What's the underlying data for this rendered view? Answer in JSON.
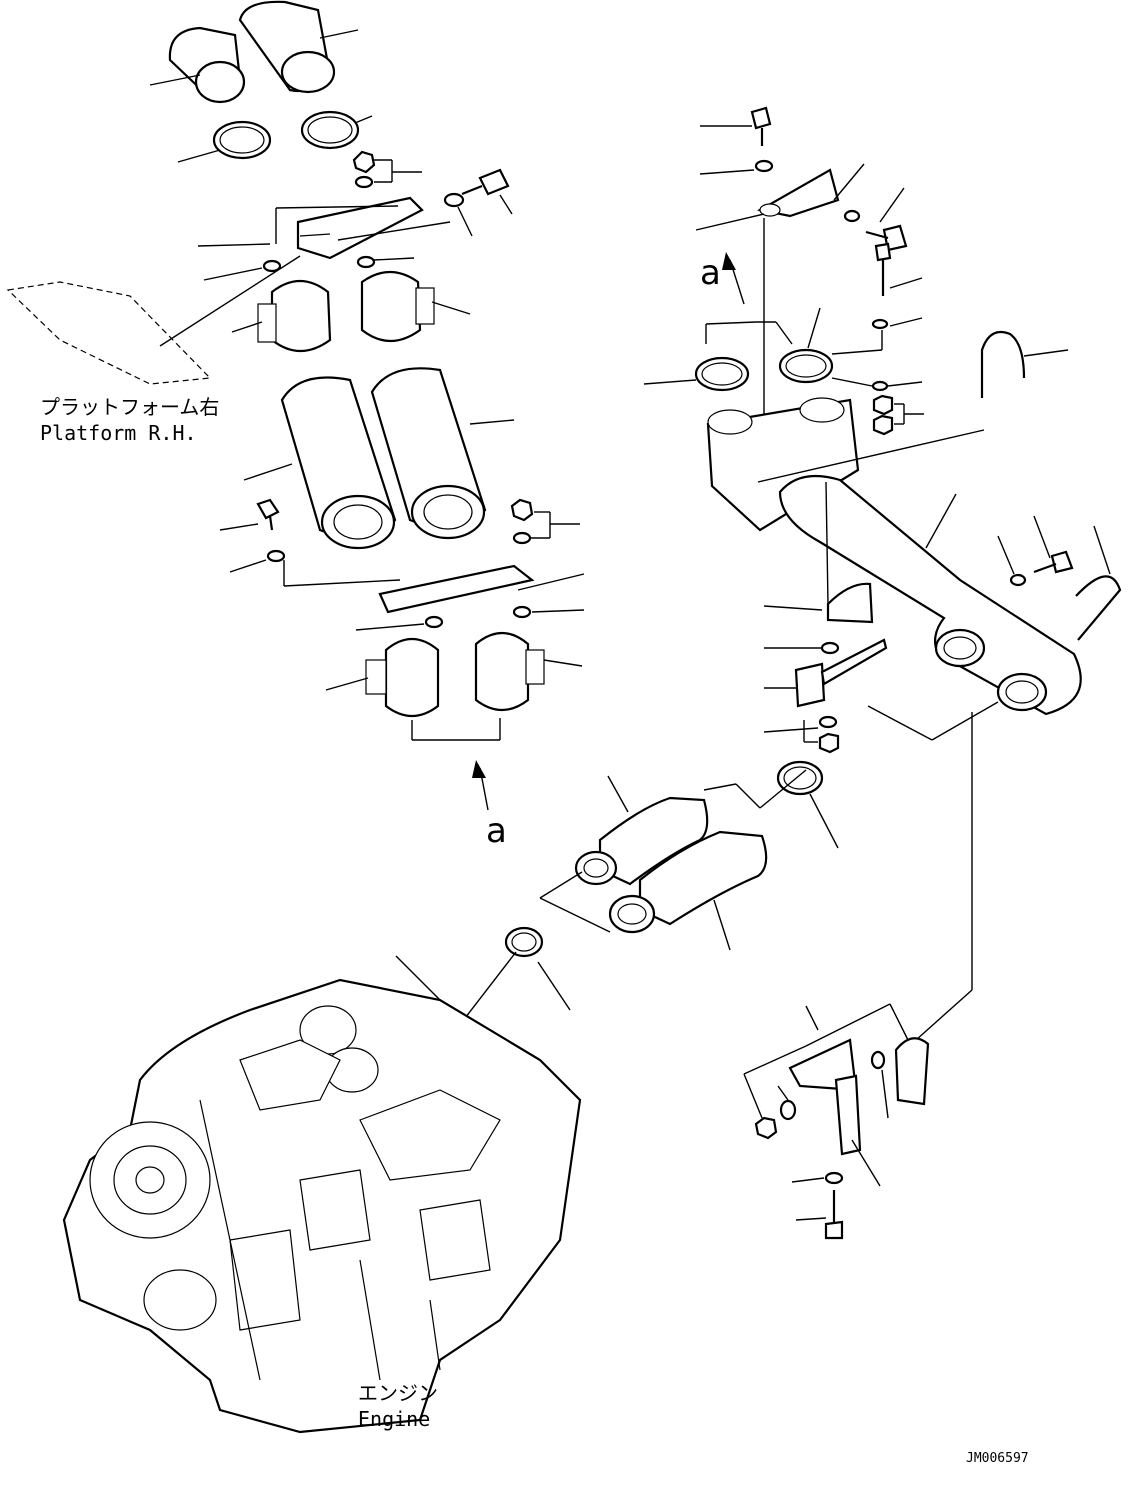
{
  "labels": {
    "platform_jp": "プラットフォーム右",
    "platform_en": "Platform R.H.",
    "engine_jp": "エンジン",
    "engine_en": "Engine",
    "view_left": "a",
    "view_right": "a",
    "drawing_number": "JM006597"
  }
}
